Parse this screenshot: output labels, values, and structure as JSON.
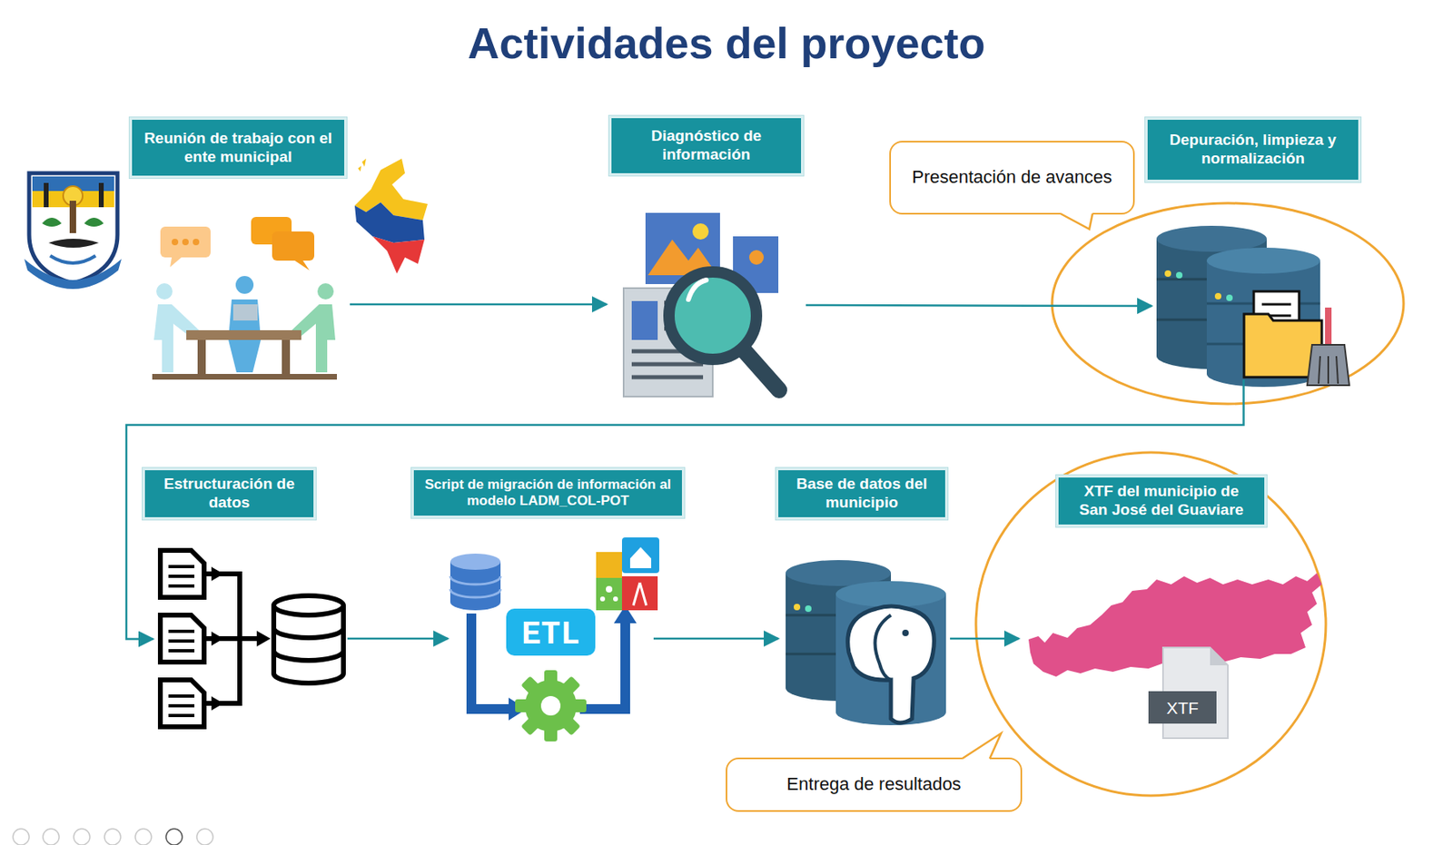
{
  "diagram": {
    "title": "Actividades del proyecto",
    "nodes": [
      {
        "text": [
          "Reunión de trabajo con el ente municipal"
        ]
      },
      {
        "text": [
          "Diagnóstico de información"
        ]
      },
      {
        "text": [
          "Presentación de avances"
        ]
      },
      {
        "text": [
          "Depuración, limpieza y normalización"
        ]
      },
      {
        "text": [
          "Estructuración de datos"
        ]
      },
      {
        "text": [
          "Script de migración de información al modelo LADM_COL-POT"
        ]
      },
      {
        "text": [
          "Base de datos del municipio"
        ]
      },
      {
        "text": [
          "XTF del municipio de San José del Guaviare"
        ]
      },
      {
        "text": [
          "Entrega de resultados"
        ]
      }
    ],
    "edges": [
      {
        "from": 0,
        "to": 1,
        "arrow": "to"
      },
      {
        "from": 1,
        "to": 3,
        "arrow": "to"
      },
      {
        "from": 3,
        "to": 4,
        "arrow": "to"
      },
      {
        "from": 4,
        "to": 5,
        "arrow": "to"
      },
      {
        "from": 5,
        "to": 6,
        "arrow": "to"
      },
      {
        "from": 6,
        "to": 7,
        "arrow": "to"
      }
    ],
    "labels": [
      "ETL",
      "XTF"
    ]
  }
}
